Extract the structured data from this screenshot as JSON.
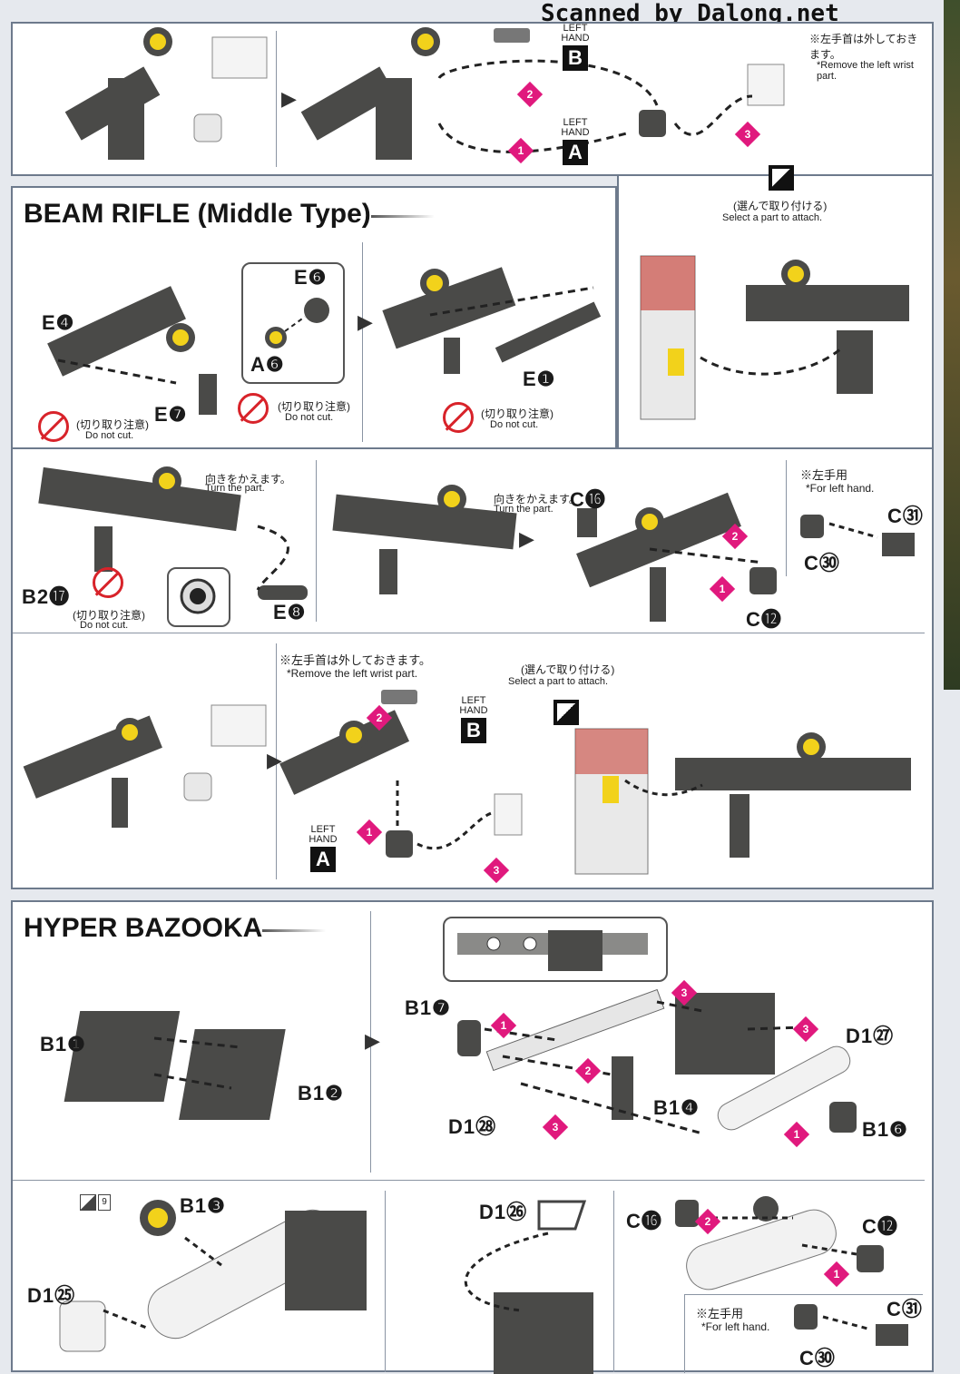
{
  "watermark": "Scanned by Dalong.net",
  "colors": {
    "step": "#e0197d",
    "nocut": "#d8232a",
    "part_gray": "#4a4a48",
    "part_yellow": "#f2d21b",
    "panel_border": "#6d7a8c"
  },
  "top": {
    "note_jp": "※左手首は外しておきます。",
    "note_en": "*Remove the left wrist part.",
    "left_hand_b": {
      "label": "LEFT HAND",
      "letter": "B"
    },
    "left_hand_a": {
      "label": "LEFT HAND",
      "letter": "A"
    },
    "steps": [
      "1",
      "2",
      "3"
    ],
    "select_jp": "(選んで取り付ける)",
    "select_en": "Select a part to attach."
  },
  "beam_rifle": {
    "title": "BEAM RIFLE (Middle Type)",
    "parts": {
      "e4": "E❹",
      "e6": "E❻",
      "a6": "A❻",
      "e7": "E❼",
      "e1": "E❶",
      "b217": "B2⓱",
      "e8": "E❽",
      "c16": "C⓰",
      "c31": "C㉛",
      "c30": "C㉚",
      "c12": "C⓬"
    },
    "donotcut_jp": "(切り取り注意)",
    "donotcut_en": "Do not cut.",
    "turn_jp": "向きをかえます。",
    "turn_en": "Turn the part.",
    "left_only_jp": "※左手用",
    "left_only_en": "*For left hand.",
    "remove_jp": "※左手首は外しておきます。",
    "remove_en": "*Remove the left wrist part.",
    "select_jp": "(選んで取り付ける)",
    "select_en": "Select a part to attach.",
    "left_hand_b": {
      "label": "LEFT HAND",
      "letter": "B"
    },
    "left_hand_a": {
      "label": "LEFT HAND",
      "letter": "A"
    },
    "steps": [
      "1",
      "2",
      "3"
    ]
  },
  "hyper_bazooka": {
    "title": "HYPER BAZOOKA",
    "parts": {
      "b11": "B1❶",
      "b12": "B1❷",
      "b17": "B1❼",
      "d127": "D1㉗",
      "b14": "B1❹",
      "d128": "D1㉘",
      "b16": "B1❻",
      "b13": "B1❸",
      "d125": "D1㉕",
      "d126": "D1㉖",
      "c16": "C⓰",
      "c12": "C⓬",
      "c31": "C㉛",
      "c30": "C㉚"
    },
    "ref_page": "9",
    "left_only_jp": "※左手用",
    "left_only_en": "*For left hand.",
    "steps": [
      "1",
      "2",
      "3"
    ]
  }
}
